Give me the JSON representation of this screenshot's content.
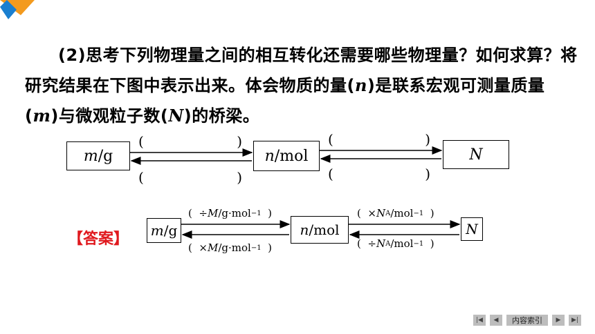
{
  "paragraph": {
    "num": "(2)",
    "part1": "思考下列物理量之间的相互转化还需要哪些物理量？如何求算？将研究结果在下图中表示出来。体会物质的量(",
    "var_n": "n",
    "part2": ")是联系宏观可测量质量(",
    "var_m": "m",
    "part3": ")与微观粒子数(",
    "var_N": "N",
    "part4": ")的桥梁。"
  },
  "diagram": {
    "box1_var": "m",
    "box1_unit": "/g",
    "box2_var": "n",
    "box2_unit": "/mol",
    "box3_var": "N",
    "paren_open": "(",
    "paren_close": ")"
  },
  "answer": {
    "label": "【答案】",
    "box1_var": "m",
    "box1_unit": "/g",
    "box2_var": "n",
    "box2_unit": "/mol",
    "box3_var": "N",
    "top_left": {
      "op": "÷",
      "var": "M",
      "unit": "/g·mol",
      "exp": "−1"
    },
    "bottom_left": {
      "op": "×",
      "var": "M",
      "unit": "/g·mol",
      "exp": "−1"
    },
    "top_right": {
      "op": "×",
      "var": "N",
      "sub": "A",
      "unit": "/mol",
      "exp": "−1"
    },
    "bottom_right": {
      "op": "÷",
      "var": "N",
      "sub": "A",
      "unit": "/mol",
      "exp": "−1"
    }
  },
  "nav": {
    "first": "|◀",
    "prev": "◀",
    "index_label": "内容索引",
    "next": "▶",
    "last": "▶|"
  },
  "colors": {
    "answer_red": "#e0191e",
    "corner_orange": "#f39a1e",
    "corner_blue": "#1a7fd0"
  }
}
